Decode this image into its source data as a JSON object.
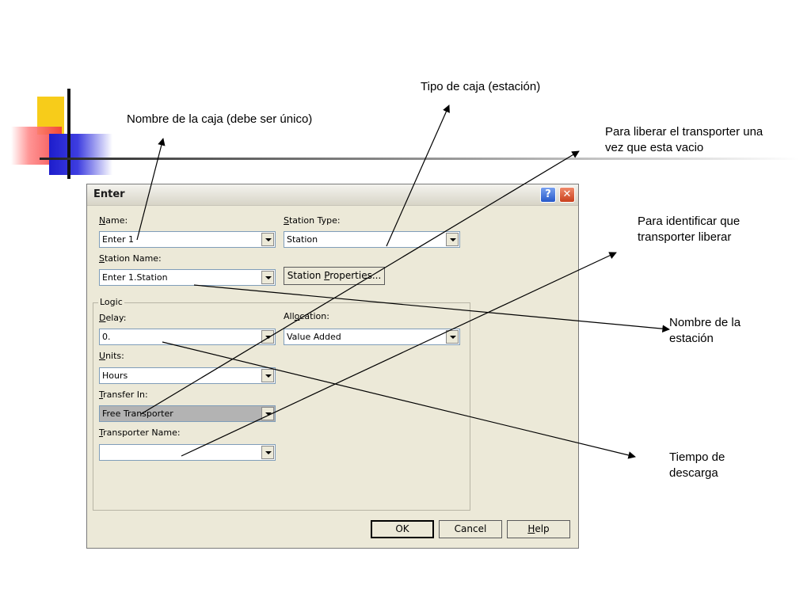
{
  "annotations": {
    "tipo_caja": "Tipo de caja (estación)",
    "nombre_caja": "Nombre de la caja (debe ser único)",
    "liberar_line1": "Para liberar el transporter una",
    "liberar_line2": "vez que esta vacio",
    "identificar_line1": "Para identificar que",
    "identificar_line2": "transporter liberar",
    "nombre_estacion_line1": "Nombre de la",
    "nombre_estacion_line2": "estación",
    "tiempo_line1": "Tiempo de",
    "tiempo_line2": "descarga"
  },
  "dialog": {
    "title": "Enter",
    "help_glyph": "?",
    "close_glyph": "✕",
    "name": {
      "label_mnemonic": "N",
      "label_rest": "ame:",
      "value": "Enter 1"
    },
    "station_type": {
      "label_mnemonic": "S",
      "label_rest": "tation Type:",
      "value": "Station"
    },
    "station_name": {
      "label_mnemonic": "S",
      "label_rest": "tation Name:",
      "value": "Enter 1.Station"
    },
    "station_properties_button": {
      "before": "Station ",
      "mnemonic": "P",
      "after": "roperties..."
    },
    "logic_group_title": "Logic",
    "delay": {
      "label_mnemonic": "D",
      "label_rest": "elay:",
      "value": "0."
    },
    "allocation": {
      "label_before": "All",
      "label_mnemonic": "o",
      "label_rest": "cation:",
      "value": "Value Added"
    },
    "units": {
      "label_mnemonic": "U",
      "label_rest": "nits:",
      "value": "Hours"
    },
    "transfer_in": {
      "label_mnemonic": "T",
      "label_rest": "ransfer In:",
      "value": "Free Transporter"
    },
    "transporter_name": {
      "label_mnemonic": "T",
      "label_rest": "ransporter Name:",
      "value": ""
    },
    "ok_label": "OK",
    "cancel_label": "Cancel",
    "help_label": {
      "mnemonic": "H",
      "rest": "elp"
    }
  }
}
